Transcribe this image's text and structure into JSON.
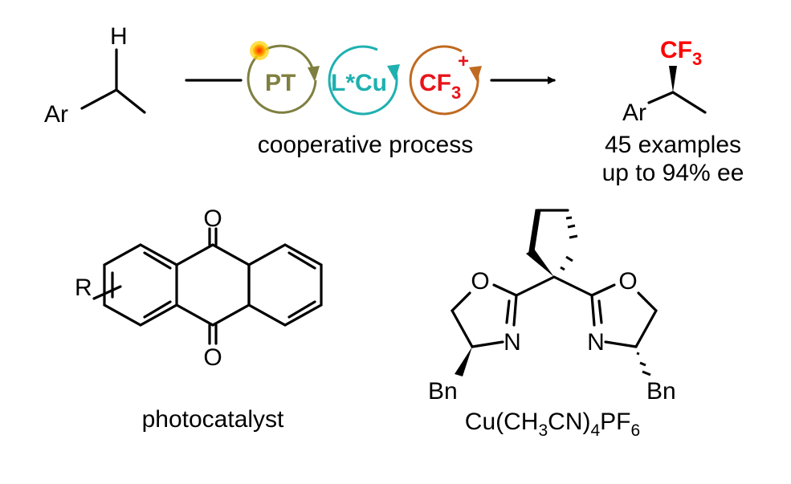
{
  "reaction": {
    "reactant": {
      "h_label": "H",
      "ar_label": "Ar"
    },
    "cycles": [
      {
        "label": "PT",
        "color": "#7f7f40"
      },
      {
        "label": "L*Cu",
        "color": "#1fb0b0"
      },
      {
        "label": "CF",
        "sub": "3",
        "sup": "+",
        "color": "#e8141b",
        "arc_color": "#c06a20"
      }
    ],
    "process_label": "cooperative process",
    "product": {
      "cf3_label": "CF",
      "cf3_sub": "3",
      "ar_label": "Ar",
      "cf3_color": "#ff0000"
    },
    "examples": "45 examples",
    "ee": "up to 94% ee"
  },
  "photocatalyst": {
    "r_label": "R",
    "o_top": "O",
    "o_bottom": "O",
    "caption": "photocatalyst"
  },
  "ligand": {
    "o_left": "O",
    "o_right": "O",
    "n_left": "N",
    "n_right": "N",
    "bn_left": "Bn",
    "bn_right": "Bn",
    "caption": {
      "a": "Cu(CH",
      "b": "3",
      "c": "CN)",
      "d": "4",
      "e": "PF",
      "f": "6"
    }
  }
}
